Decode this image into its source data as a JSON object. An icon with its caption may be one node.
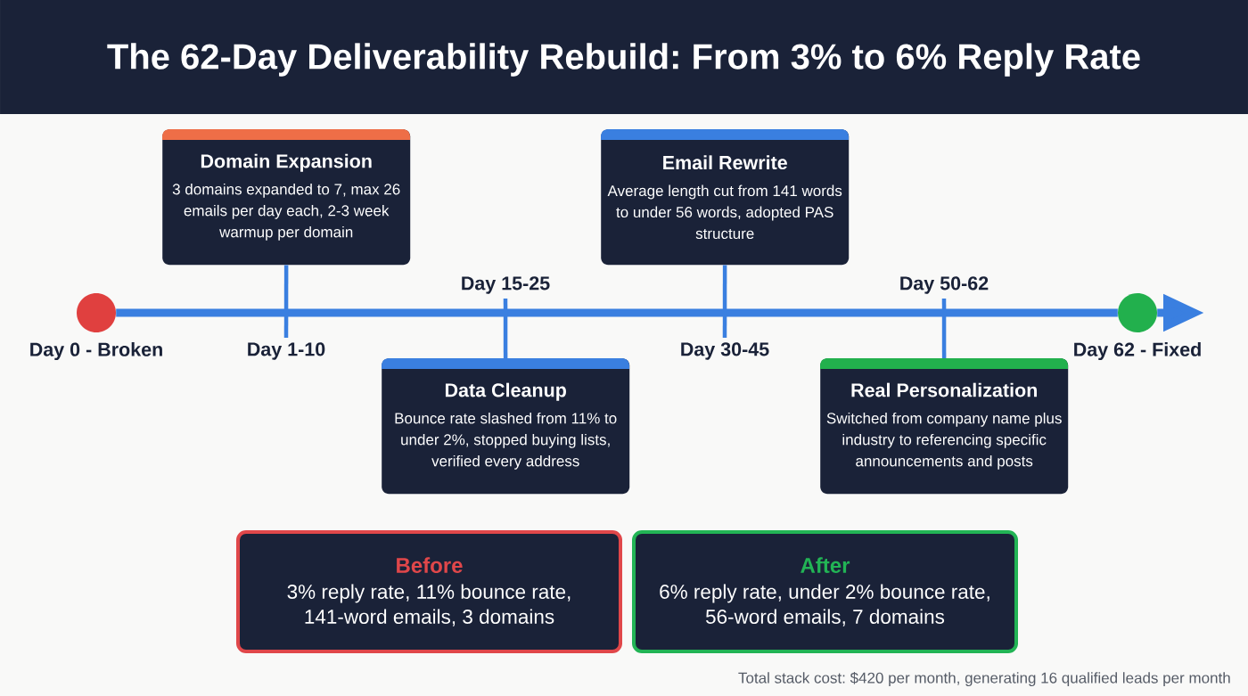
{
  "diagram": {
    "title": "The 62-Day Deliverability Rebuild: From 3% to 6% Reply Rate",
    "nodes": [
      {
        "text": [],
        "shape": "circle",
        "beside": [
          "Day 0 - Broken"
        ]
      },
      {
        "text": [
          "Domain Expansion",
          "3 domains expanded to 7, max 26 emails per day each, 2-3 week warmup per domain"
        ]
      },
      {
        "text": [
          "Day 1-10"
        ]
      },
      {
        "text": [
          "Day 15-25"
        ]
      },
      {
        "text": [
          "Data Cleanup",
          "Bounce rate slashed from 11% to under 2%, stopped buying lists, verified every address"
        ]
      },
      {
        "text": [
          "Email Rewrite",
          "Average length cut from 141 words to under 56 words, adopted PAS structure"
        ]
      },
      {
        "text": [
          "Day 30-45"
        ]
      },
      {
        "text": [
          "Day 50-62"
        ]
      },
      {
        "text": [
          "Real Personalization",
          "Switched from company name plus industry to referencing specific announcements and posts"
        ]
      },
      {
        "text": [],
        "shape": "circle",
        "beside": [
          "Day 62 - Fixed"
        ]
      },
      {
        "text": [
          "Before",
          "3% reply rate, 11% bounce rate, 141-word emails, 3 domains"
        ]
      },
      {
        "text": [
          "After",
          "6% reply rate, under 2% bounce rate, 56-word emails, 7 domains"
        ]
      }
    ],
    "edges": [
      {
        "from": 0,
        "to": 9,
        "arrow": "none",
        "style": "thick"
      },
      {
        "from": 9,
        "to": null,
        "arrow": "to",
        "style": "thick"
      },
      {
        "from": 1,
        "to": 2,
        "arrow": "none"
      },
      {
        "from": 4,
        "to": 3,
        "arrow": "none"
      },
      {
        "from": 5,
        "to": 6,
        "arrow": "none"
      },
      {
        "from": 8,
        "to": 7,
        "arrow": "none"
      }
    ],
    "labels": [
      "Total stack cost: $420 per month, generating 16 qualified leads per month"
    ]
  }
}
